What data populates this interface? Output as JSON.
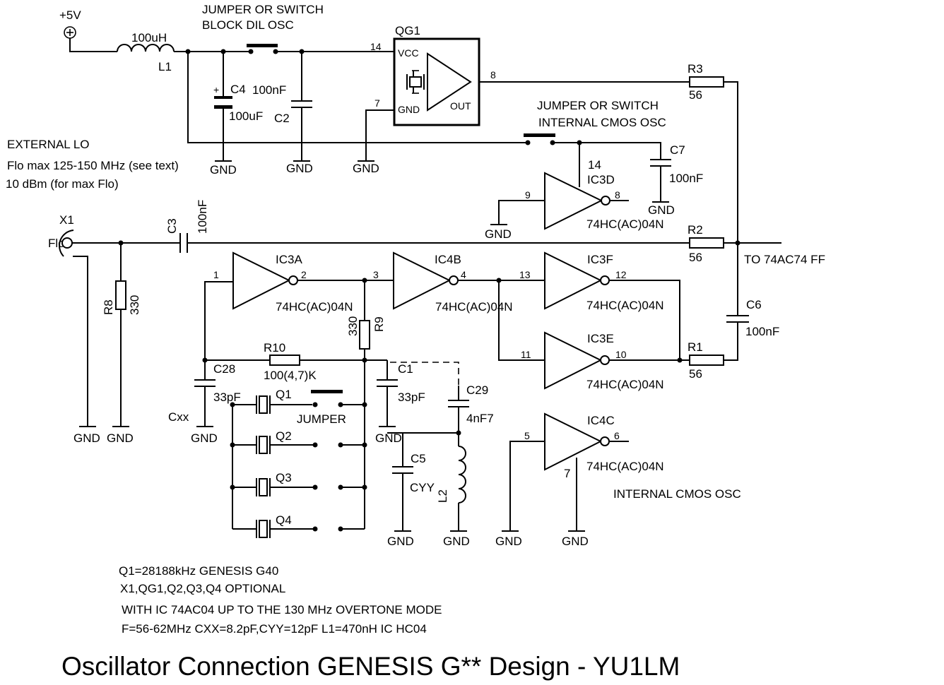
{
  "title": "Oscillator Connection GENESIS G** Design - YU1LM",
  "colors": {
    "ink": "#000000",
    "background": "#ffffff"
  },
  "labels": {
    "supply": "+5V",
    "jumper1": [
      "JUMPER OR SWITCH",
      "BLOCK DIL OSC"
    ],
    "jumper2": [
      "JUMPER OR SWITCH",
      "INTERNAL CMOS OSC"
    ],
    "jumper3": "JUMPER",
    "ext_lo": [
      "EXTERNAL LO",
      "Flo max 125-150 MHz (see text)",
      "10 dBm (for max Flo)"
    ],
    "to_ff": "TO 74AC74 FF",
    "internal_osc": "INTERNAL CMOS OSC",
    "gnd": "GND"
  },
  "components": {
    "L1": {
      "ref": "L1",
      "value": "100uH"
    },
    "C4": {
      "ref": "C4",
      "value": "100uF"
    },
    "C2": {
      "ref": "C2",
      "value": "100nF"
    },
    "QG1": {
      "ref": "QG1",
      "vcc": "VCC",
      "gnd": "GND",
      "out": "OUT",
      "pin_vcc": "14",
      "pin_gnd": "7",
      "pin_out": "8"
    },
    "R3": {
      "ref": "R3",
      "value": "56"
    },
    "R2": {
      "ref": "R2",
      "value": "56"
    },
    "R1": {
      "ref": "R1",
      "value": "56"
    },
    "C7": {
      "ref": "C7",
      "value": "100nF"
    },
    "C3": {
      "ref": "C3",
      "value": "100nF"
    },
    "C6": {
      "ref": "C6",
      "value": "100nF"
    },
    "X1": {
      "ref": "X1",
      "pin": "Flo"
    },
    "R8": {
      "ref": "R8",
      "value": "330"
    },
    "R9": {
      "ref": "R9",
      "value": "330"
    },
    "R10": {
      "ref": "R10",
      "value": "100(4,7)K"
    },
    "C28": {
      "ref": "C28",
      "value": "33pF",
      "alt": "Cxx"
    },
    "C1": {
      "ref": "C1",
      "value": "33pF"
    },
    "C29": {
      "ref": "C29",
      "value": "4nF7"
    },
    "C5": {
      "ref": "C5",
      "value": "CYY"
    },
    "L2": {
      "ref": "L2"
    },
    "crystals": [
      "Q1",
      "Q2",
      "Q3",
      "Q4"
    ],
    "gates": {
      "IC3D": {
        "ref": "IC3D",
        "type": "74HC(AC)04N",
        "in": "9",
        "out": "8",
        "vcc": "14"
      },
      "IC3A": {
        "ref": "IC3A",
        "type": "74HC(AC)04N",
        "in": "1",
        "out": "2"
      },
      "IC4B": {
        "ref": "IC4B",
        "type": "74HC(AC)04N",
        "in": "3",
        "out": "4"
      },
      "IC3F": {
        "ref": "IC3F",
        "type": "74HC(AC)04N",
        "in": "13",
        "out": "12"
      },
      "IC3E": {
        "ref": "IC3E",
        "type": "74HC(AC)04N",
        "in": "11",
        "out": "10"
      },
      "IC4C": {
        "ref": "IC4C",
        "type": "74HC(AC)04N",
        "in": "5",
        "out": "6",
        "gnd": "7"
      }
    }
  },
  "notes": [
    "Q1=28188kHz GENESIS G40",
    "X1,QG1,Q2,Q3,Q4 OPTIONAL",
    "WITH IC 74AC04  UP TO THE 130 MHz OVERTONE MODE",
    "F=56-62MHz CXX=8.2pF,CYY=12pF L1=470nH IC HC04"
  ]
}
